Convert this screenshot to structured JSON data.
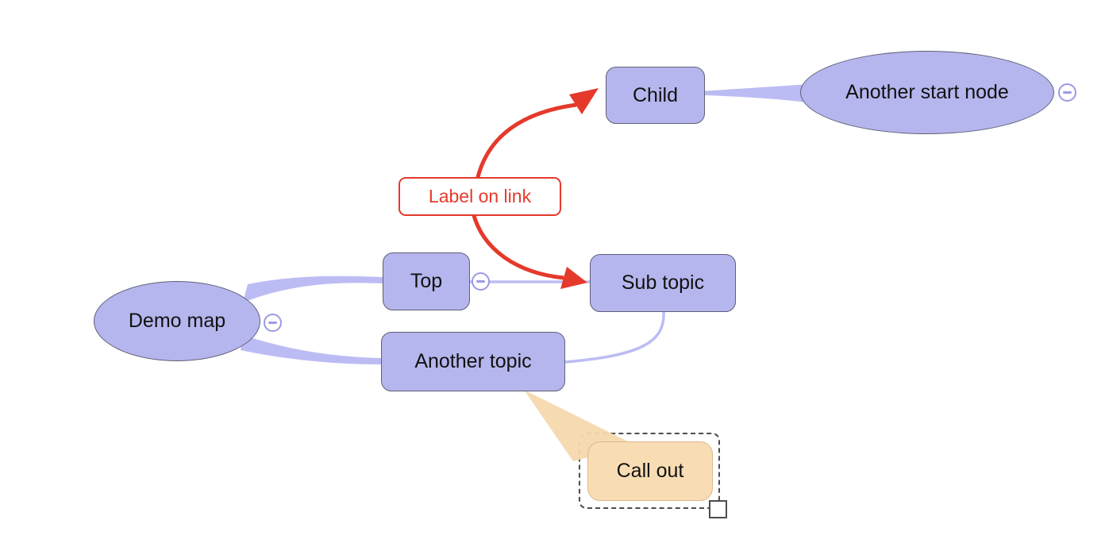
{
  "app": {
    "name": "mind-map-canvas"
  },
  "colors": {
    "canvasBg": "#ffffff",
    "nodeFill": "#b6b6ee",
    "nodeBorder": "#5f5f78",
    "link": "#bcbcf4",
    "expander": "#9a9ae8",
    "red": "#e5392b",
    "calloutFill": "#f8dcb4",
    "calloutBorder": "#ddb98c",
    "wedge": "#f6d8ae",
    "selection": "#4d4d4d",
    "text": "#111111"
  },
  "nodes": {
    "demo_map": {
      "label": "Demo map",
      "shape": "ellipse"
    },
    "top": {
      "label": "Top",
      "shape": "rect"
    },
    "another_topic": {
      "label": "Another topic",
      "shape": "rect"
    },
    "sub_topic": {
      "label": "Sub topic",
      "shape": "rect"
    },
    "child": {
      "label": "Child",
      "shape": "rect"
    },
    "another_start_node": {
      "label": "Another start node",
      "shape": "ellipse"
    },
    "call_out": {
      "label": "Call out",
      "shape": "callout",
      "selected": true
    }
  },
  "link": {
    "label": "Label on link",
    "from": "Sub topic",
    "to": "Child"
  },
  "icons": {
    "expander": "minus-circle-icon",
    "selection_handle": "resize-handle"
  }
}
